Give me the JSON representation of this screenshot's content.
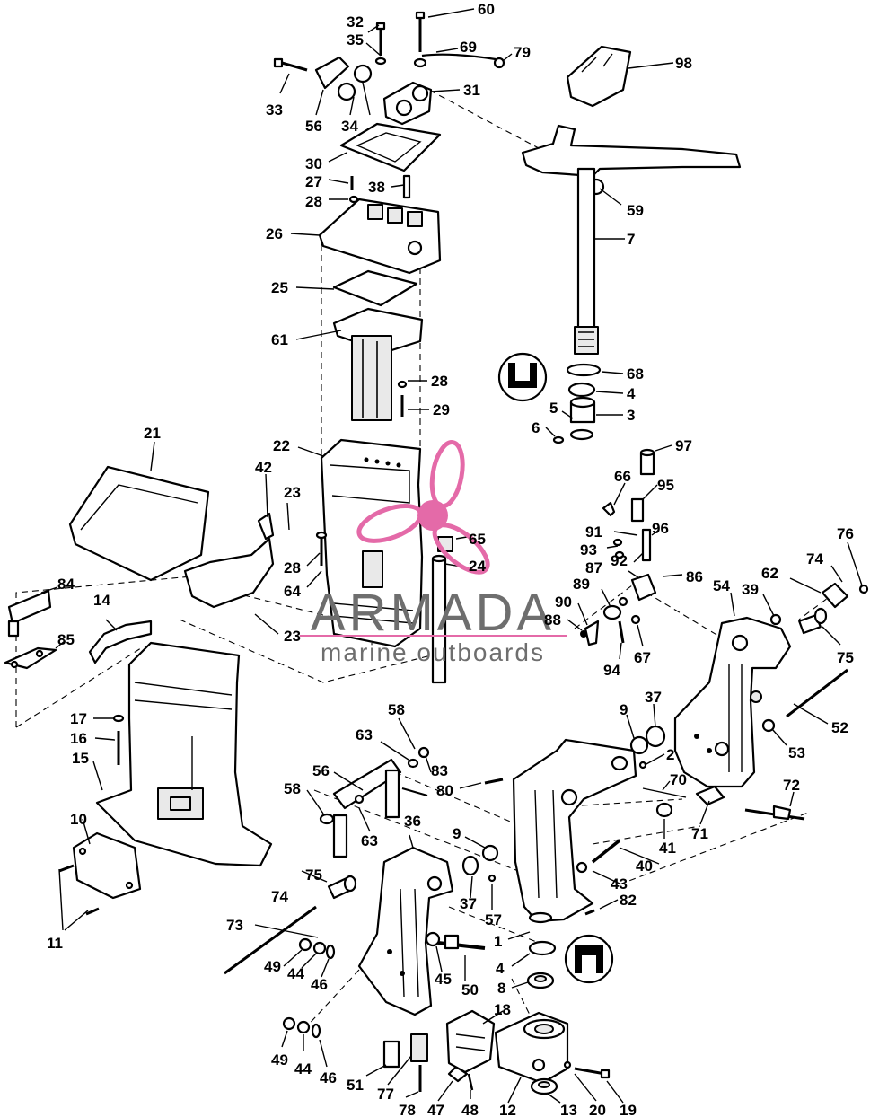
{
  "watermark": {
    "brand": "ARMADA",
    "tagline": "marine outboards",
    "accent_color": "#e46aa8",
    "text_color": "#6e6e6e"
  },
  "symbols": {
    "upper_grease_icon": "grease-fitting-icon",
    "lower_grease_icon": "grease-fitting-icon"
  },
  "callouts": {
    "c60": "60",
    "c32": "32",
    "c35": "35",
    "c69": "69",
    "c79": "79",
    "c98": "98",
    "c33": "33",
    "c56a": "56",
    "c34": "34",
    "c31": "31",
    "c30": "30",
    "c27": "27",
    "c28a": "28",
    "c38": "38",
    "c59": "59",
    "c26": "26",
    "c7": "7",
    "c25": "25",
    "c61": "61",
    "c68": "68",
    "c28b": "28",
    "c4a": "4",
    "c29": "29",
    "c5": "5",
    "c3": "3",
    "c6": "6",
    "c21": "21",
    "c22": "22",
    "c97": "97",
    "c42": "42",
    "c66": "66",
    "c95": "95",
    "c23a": "23",
    "c96": "96",
    "c91": "91",
    "c65": "65",
    "c76": "76",
    "c93": "93",
    "c92": "92",
    "c28c": "28",
    "c24": "24",
    "c74a": "74",
    "c87": "87",
    "c86": "86",
    "c62": "62",
    "c64": "64",
    "c84": "84",
    "c89": "89",
    "c54": "54",
    "c39": "39",
    "c14": "14",
    "c90": "90",
    "c88": "88",
    "c23b": "23",
    "c85": "85",
    "c94": "94",
    "c67": "67",
    "c75a": "75",
    "c58a": "58",
    "c9a": "9",
    "c37a": "37",
    "c17": "17",
    "c52": "52",
    "c16": "16",
    "c63a": "63",
    "c83": "83",
    "c15": "15",
    "c2": "2",
    "c53": "53",
    "c56b": "56",
    "c80": "80",
    "c70": "70",
    "c58b": "58",
    "c72": "72",
    "c10": "10",
    "c36": "36",
    "c63b": "63",
    "c9b": "9",
    "c71": "71",
    "c41": "41",
    "c40": "40",
    "c43": "43",
    "c75b": "75",
    "c74b": "74",
    "c82": "82",
    "c57": "57",
    "c37b": "37",
    "c73": "73",
    "c11": "11",
    "c1": "1",
    "c49a": "49",
    "c44a": "44",
    "c45": "45",
    "c4b": "4",
    "c50": "50",
    "c46a": "46",
    "c8": "8",
    "c18": "18",
    "c49b": "49",
    "c44b": "44",
    "c46b": "46",
    "c51": "51",
    "c77": "77",
    "c78": "78",
    "c47": "47",
    "c48": "48",
    "c12": "12",
    "c13": "13",
    "c20": "20",
    "c19": "19"
  }
}
